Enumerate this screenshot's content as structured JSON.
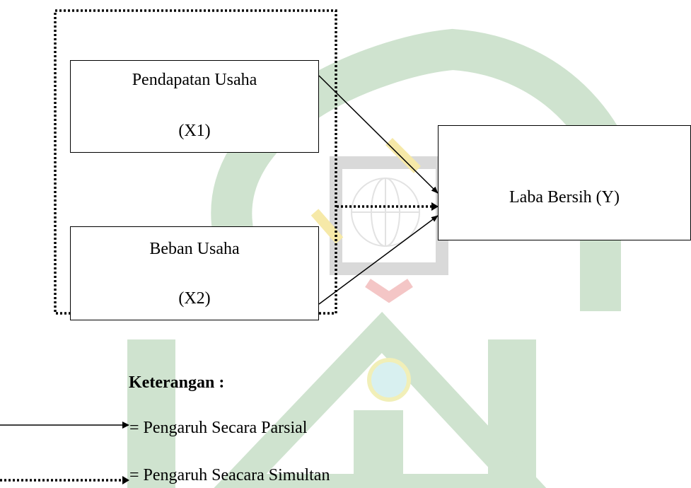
{
  "diagram": {
    "x1": {
      "title": "Pendapatan Usaha",
      "code": "(X1)"
    },
    "x2": {
      "title": "Beban Usaha",
      "code": "(X2)"
    },
    "y": {
      "label": "Laba Bersih (Y)"
    }
  },
  "legend": {
    "title": "Keterangan :",
    "partial": "= Pengaruh Secara Parsial",
    "simultan": "= Pengaruh Seacara Simultan"
  },
  "colors": {
    "watermark_green": "#cfe3cf",
    "watermark_gray": "#d9d9d9",
    "watermark_yellow": "#f6e9a8",
    "watermark_pink": "#f4c6c6",
    "watermark_cyan": "#d8f0f0"
  }
}
